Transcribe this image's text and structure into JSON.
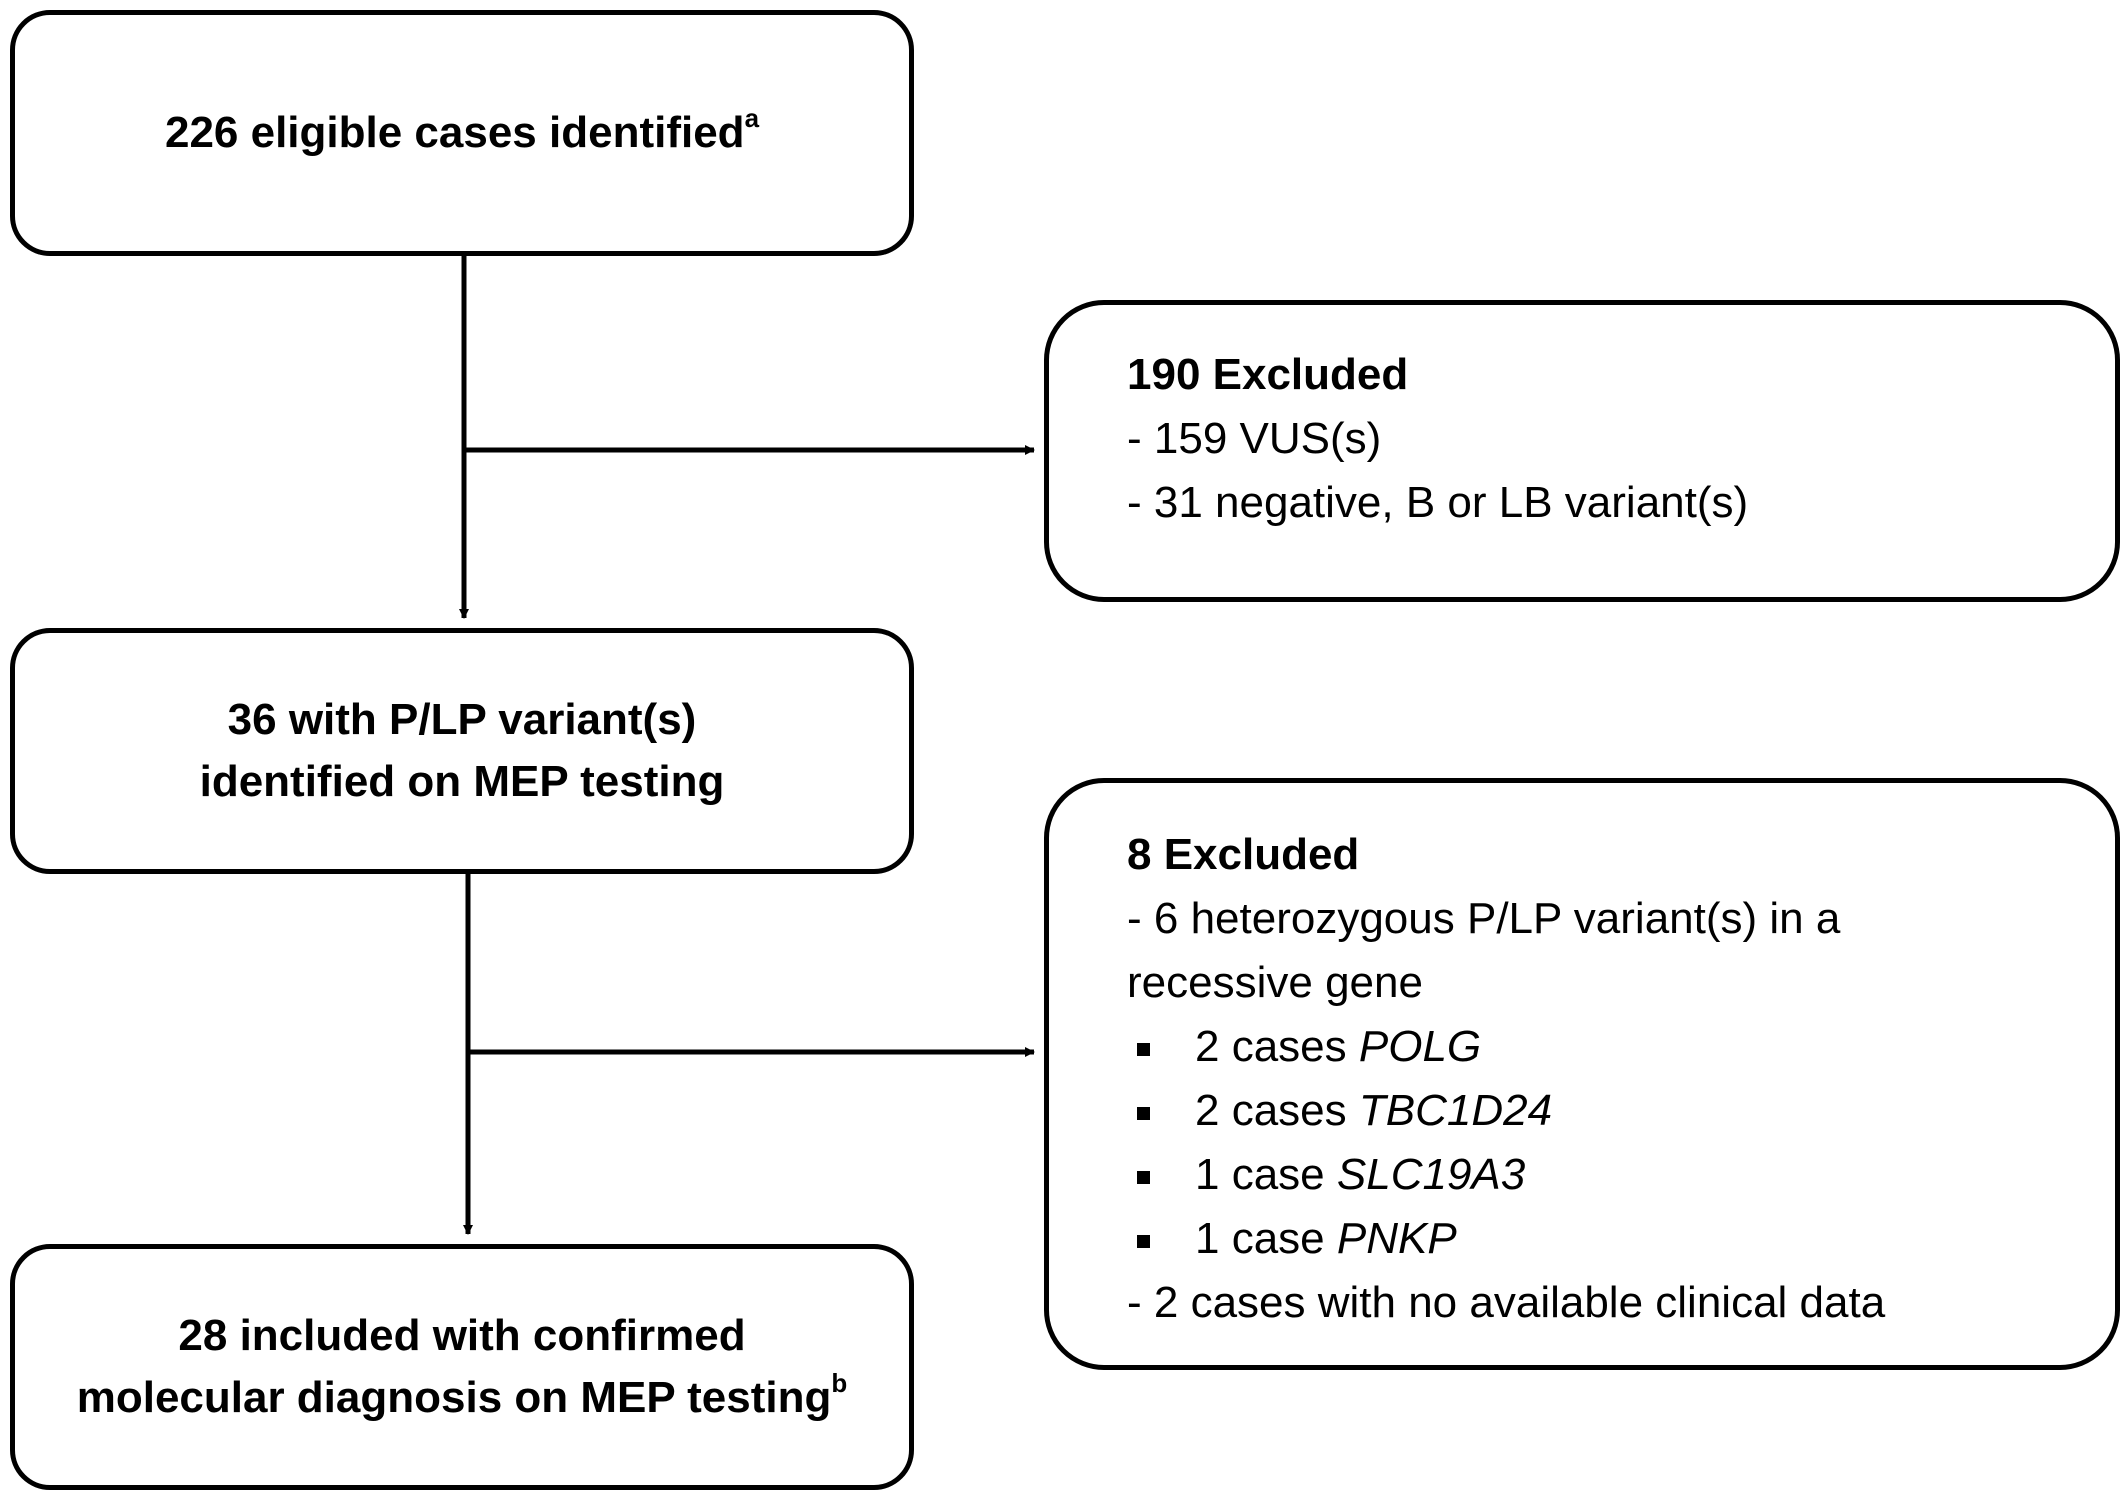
{
  "box1": {
    "line1": "226 eligible cases identified",
    "sup": "a"
  },
  "box2": {
    "title": "190 Excluded",
    "items": [
      "- 159 VUS(s)",
      "- 31 negative, B or LB variant(s)"
    ]
  },
  "box3": {
    "line1": "36 with P/LP variant(s)",
    "line2": "identified on MEP testing"
  },
  "box4": {
    "title": "8 Excluded",
    "item1_line1": "- 6 heterozygous P/LP variant(s) in a",
    "item1_line2": "recessive gene",
    "bullets": [
      {
        "count": "2 cases ",
        "gene": "POLG"
      },
      {
        "count": "2 cases ",
        "gene": "TBC1D24"
      },
      {
        "count": "1 case ",
        "gene": "SLC19A3"
      },
      {
        "count": "1 case ",
        "gene": "PNKP"
      }
    ],
    "item2": "- 2 cases with no available clinical data"
  },
  "box5": {
    "line1": "28 included with confirmed",
    "line2": "molecular diagnosis on MEP testing",
    "sup": "b"
  }
}
